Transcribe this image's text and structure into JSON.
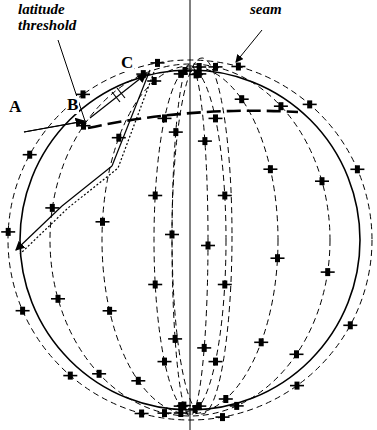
{
  "diagram": {
    "labels": [
      "latitude threshold",
      "seam",
      "A",
      "B",
      "C"
    ]
  }
}
